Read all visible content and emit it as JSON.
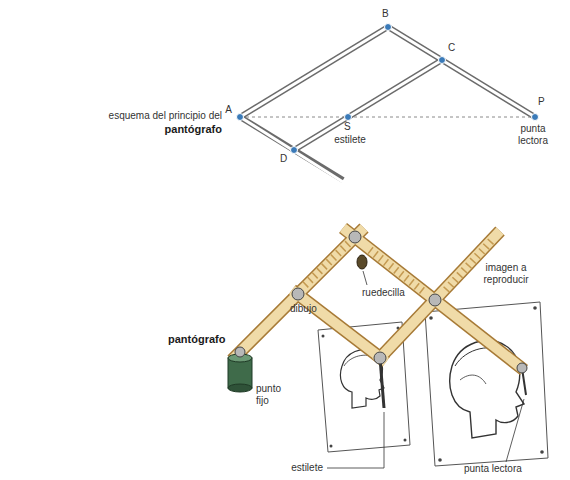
{
  "diagram": {
    "labels": [
      "esquema del principio del",
      "pantógrafo",
      "A",
      "B",
      "C",
      "P",
      "D",
      "S",
      "estilete",
      "punta lectora",
      "pantógrafo",
      "ruedecilla",
      "imagen a reproducir",
      "dibujo",
      "punto fijo",
      "estilete",
      "punta lectora"
    ]
  }
}
